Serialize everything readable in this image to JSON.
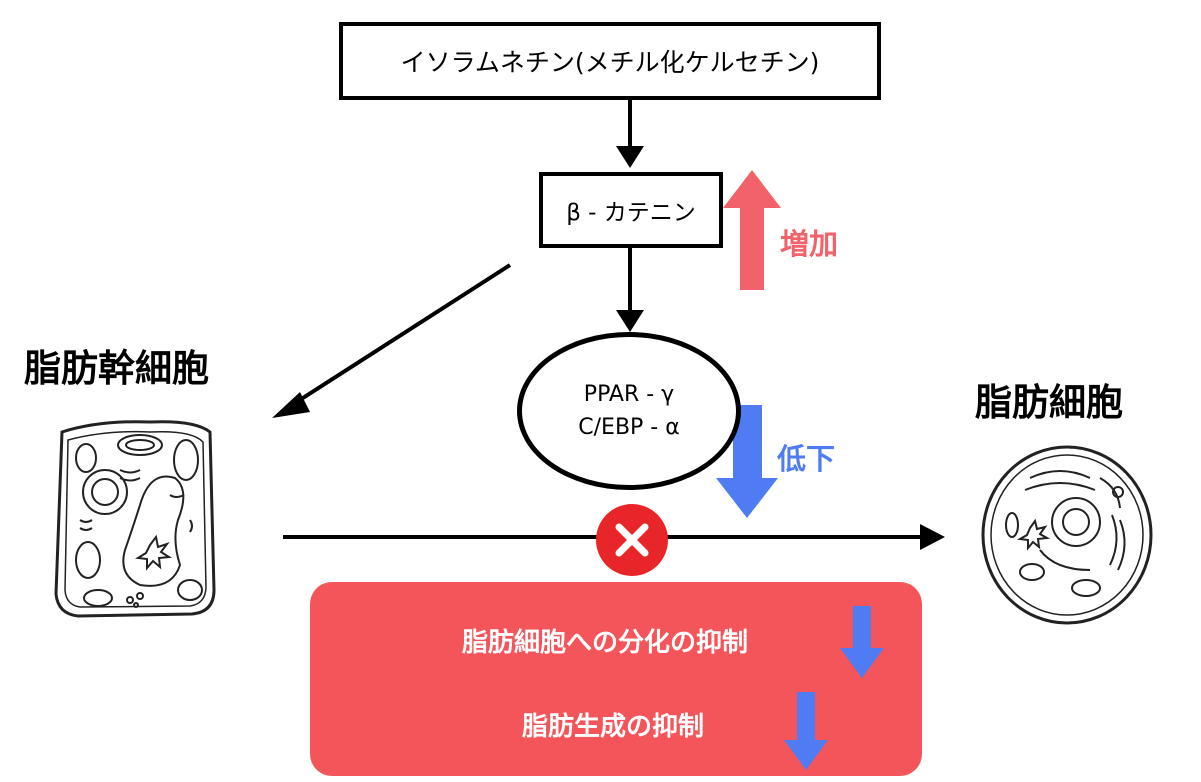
{
  "nodes": {
    "isorhamnetin": "イソラムネチン(メチル化ケルセチン)",
    "beta_catenin": "β - カテニン",
    "pparg": "PPAR - γ",
    "cebpa": "C/EBP - α"
  },
  "labels": {
    "increase": "増加",
    "decrease": "低下",
    "stem_cell": "脂肪幹細胞",
    "adipocyte": "脂肪細胞"
  },
  "results": {
    "line1": "脂肪細胞への分化の抑制",
    "line2": "脂肪生成の抑制"
  },
  "colors": {
    "increase": "#f2626a",
    "decrease": "#4f7cf2",
    "result_bg": "#f4555a",
    "block_mark": "#e8262a"
  },
  "icons": {
    "block": "x-circle-icon",
    "stem_cell": "stem-cell-drawing",
    "adipocyte": "adipocyte-drawing"
  }
}
